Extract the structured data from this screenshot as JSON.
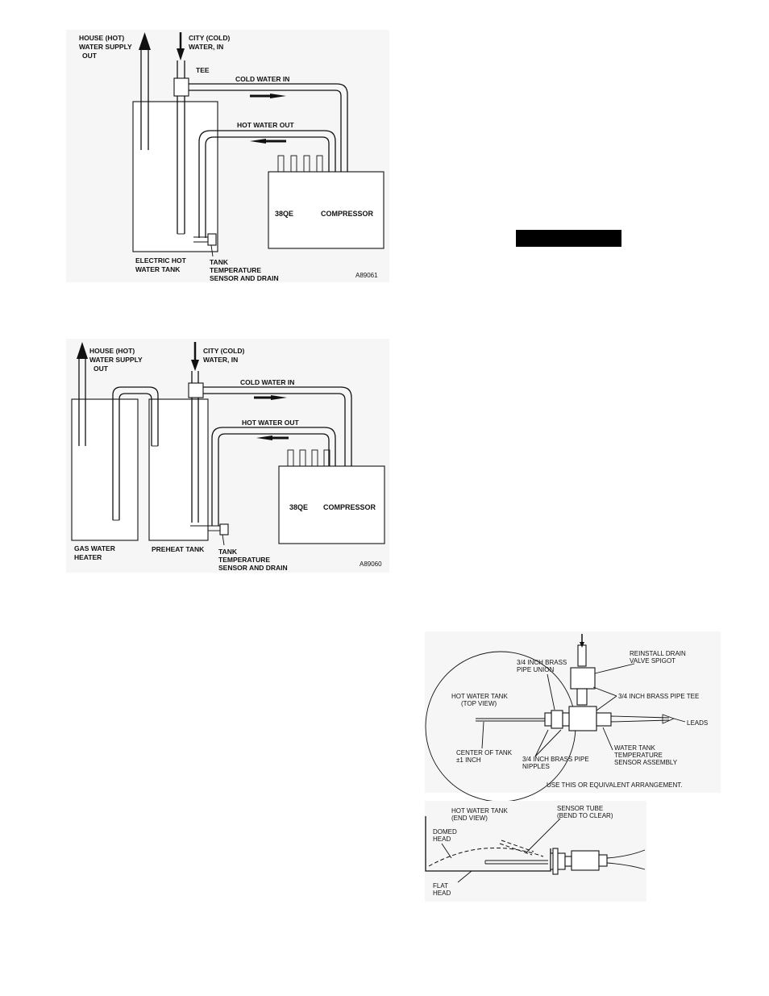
{
  "fig1": {
    "house_supply": [
      "HOUSE (HOT)",
      "WATER SUPPLY",
      "OUT"
    ],
    "city_in": [
      "CITY (COLD)",
      "WATER, IN"
    ],
    "tee": "TEE",
    "cold_water_in": "COLD WATER IN",
    "hot_water_out": "HOT WATER OUT",
    "unit_model": "38QE",
    "compressor": "COMPRESSOR",
    "tank": [
      "ELECTRIC HOT",
      "WATER TANK"
    ],
    "sensor": [
      "TANK",
      "TEMPERATURE",
      "SENSOR AND DRAIN"
    ],
    "code": "A89061"
  },
  "fig2": {
    "house_supply": [
      "HOUSE (HOT)",
      "WATER SUPPLY",
      "OUT"
    ],
    "city_in": [
      "CITY (COLD)",
      "WATER, IN"
    ],
    "cold_water_in": "COLD WATER IN",
    "hot_water_out": "HOT WATER OUT",
    "unit_model": "38QE",
    "compressor": "COMPRESSOR",
    "gas_heater": [
      "GAS WATER",
      "HEATER"
    ],
    "preheat": "PREHEAT TANK",
    "sensor": [
      "TANK",
      "TEMPERATURE",
      "SENSOR AND DRAIN"
    ],
    "code": "A89060"
  },
  "fig3": {
    "reinstall": [
      "REINSTALL DRAIN",
      "VALVE SPIGOT"
    ],
    "union": [
      "3/4 INCH BRASS",
      "PIPE UNION"
    ],
    "tee": "3/4 INCH BRASS PIPE TEE",
    "tank_top": [
      "HOT WATER TANK",
      "(TOP VIEW)"
    ],
    "leads": "LEADS",
    "center": [
      "CENTER OF TANK",
      "±1 INCH"
    ],
    "nipples": [
      "3/4 INCH BRASS PIPE",
      "NIPPLES"
    ],
    "sensor_assy": [
      "WATER TANK",
      "TEMPERATURE",
      "SENSOR ASSEMBLY"
    ],
    "use_this": "USE THIS OR EQUIVALENT ARRANGEMENT.",
    "tank_end": [
      "HOT WATER TANK",
      "(END VIEW)"
    ],
    "sensor_tube": [
      "SENSOR TUBE",
      "(BEND TO CLEAR)"
    ],
    "domed": [
      "DOMED",
      "HEAD"
    ],
    "flat": [
      "FLAT",
      "HEAD"
    ]
  }
}
